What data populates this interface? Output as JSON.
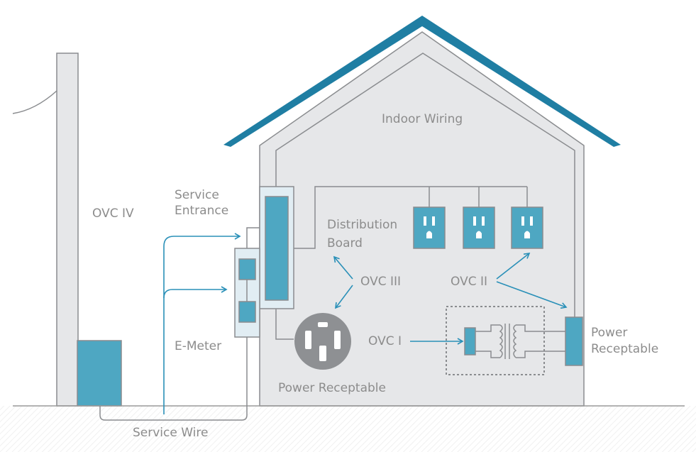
{
  "labels": {
    "indoor_wiring": "Indoor Wiring",
    "ovc_iv": "OVC IV",
    "service_entrance_line1": "Service",
    "service_entrance_line2": "Entrance",
    "distribution_board_line1": "Distribution",
    "distribution_board_line2": "Board",
    "ovc_iii": "OVC III",
    "ovc_ii": "OVC II",
    "ovc_i": "OVC I",
    "e_meter": "E-Meter",
    "power_receptable_left": "Power Receptable",
    "power_receptable_right_line1": "Power",
    "power_receptable_right_line2": "Receptable",
    "service_wire": "Service Wire"
  },
  "colors": {
    "roof": "#1f7ea3",
    "component": "#4ea7c2",
    "arrow": "#2a90b8",
    "house_fill": "#e6e7e9",
    "wire": "#8a8c8f",
    "text": "#8c8c8c",
    "ground_line": "#9a9a9a"
  }
}
